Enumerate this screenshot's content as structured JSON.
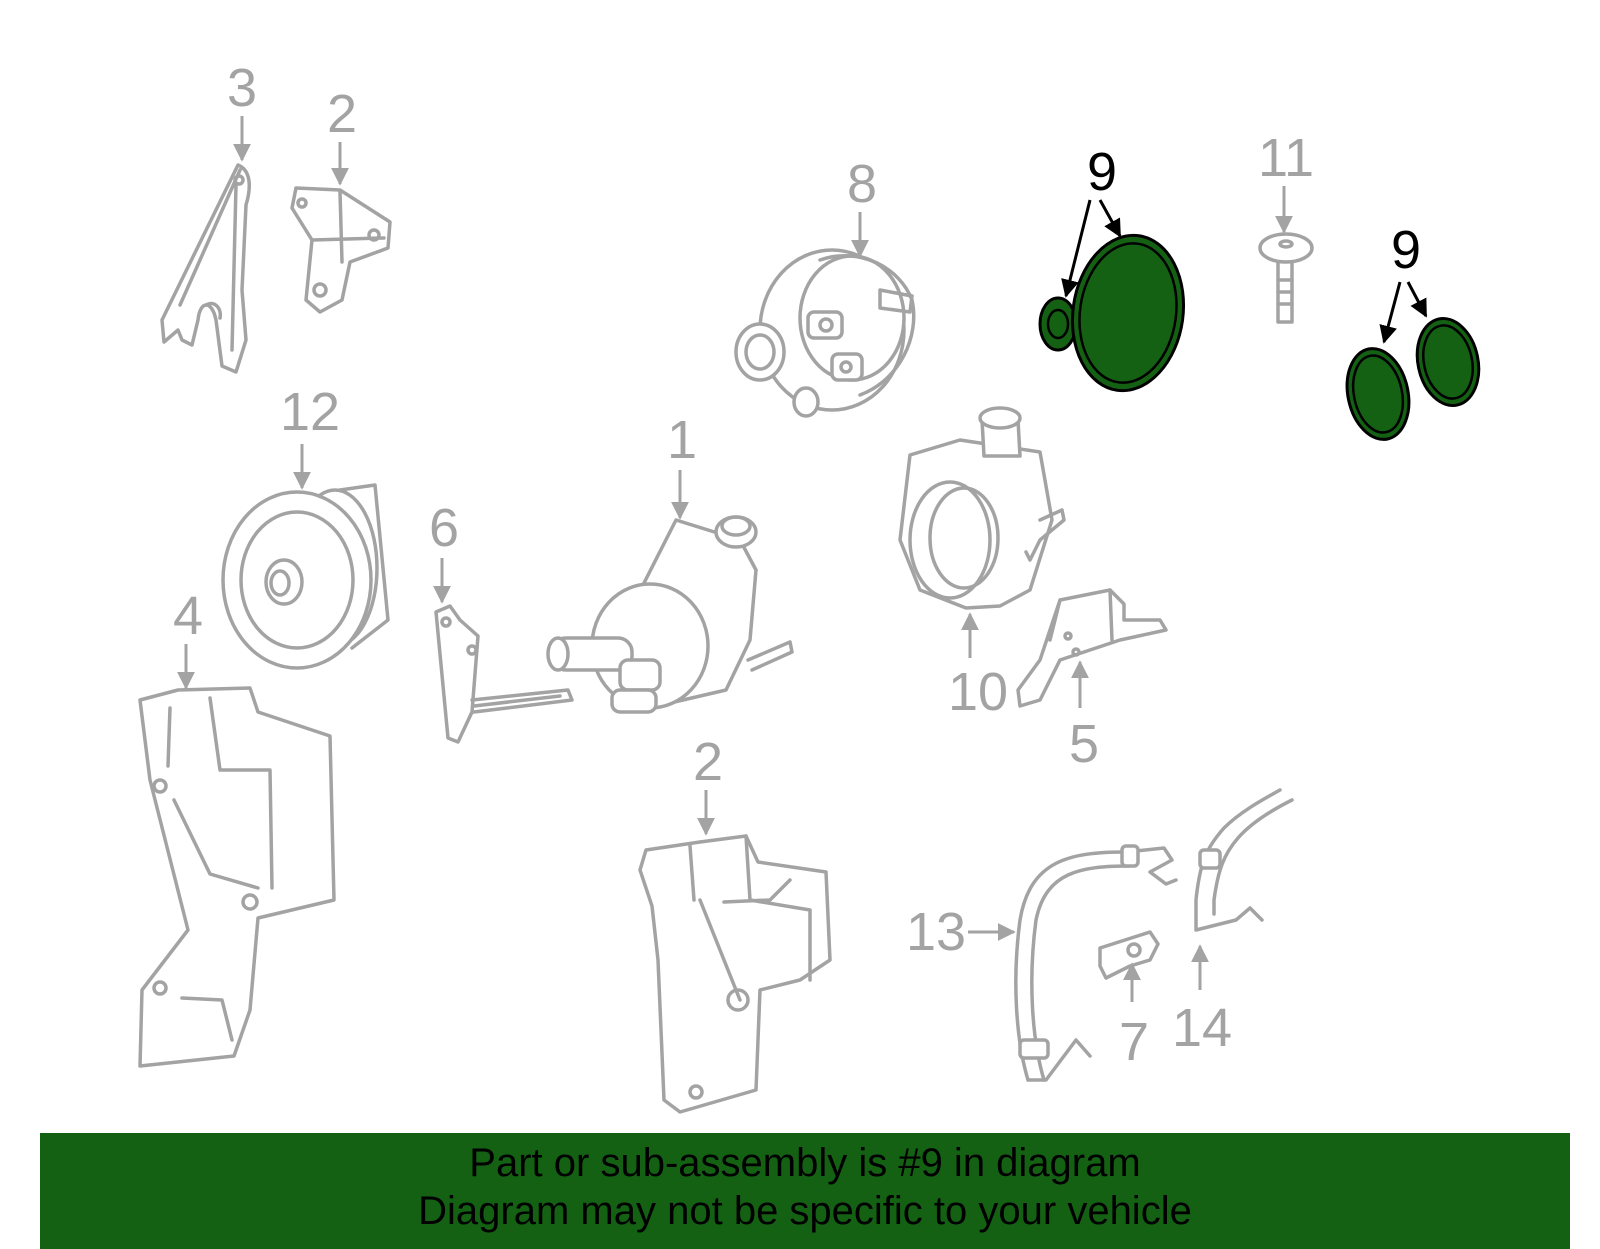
{
  "colors": {
    "highlight": "#146114",
    "part_stroke": "#a3a3a3",
    "highlight_label": "#000000",
    "banner_bg": "#146114"
  },
  "callouts": {
    "c1": "1",
    "c2_top": "2",
    "c2_bottom": "2",
    "c3": "3",
    "c4": "4",
    "c5": "5",
    "c6": "6",
    "c7": "7",
    "c8": "8",
    "c9_left": "9",
    "c9_right": "9",
    "c10": "10",
    "c11": "11",
    "c12": "12",
    "c13": "13",
    "c14": "14"
  },
  "banner": {
    "line1": "Part or sub-assembly is #9 in diagram",
    "line2": "Diagram may not be specific to your vehicle"
  }
}
